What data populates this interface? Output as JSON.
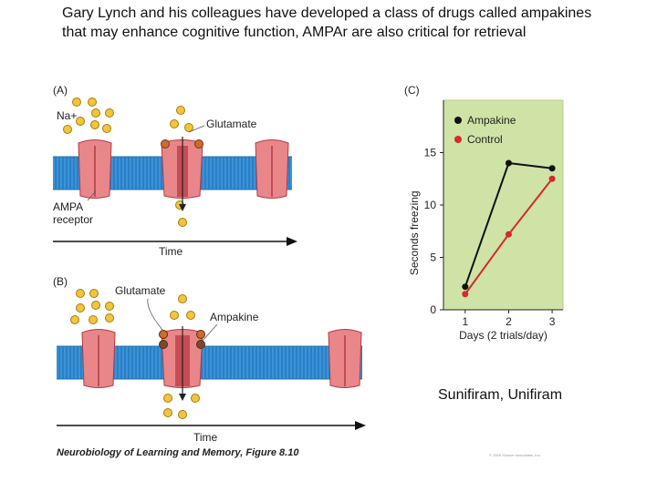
{
  "title": "Gary Lynch and his colleagues have developed a class of drugs called ampakines that may enhance cognitive function, AMPAr are also critical for retrieval",
  "panel_a": {
    "label": "(A)",
    "na_label": "Na+",
    "glutamate_label": "Glutamate",
    "receptor_label_1": "AMPA",
    "receptor_label_2": "receptor",
    "time_label": "Time"
  },
  "panel_b": {
    "label": "(B)",
    "glutamate_label": "Glutamate",
    "ampakine_label": "Ampakine",
    "time_label": "Time"
  },
  "panel_c": {
    "label": "(C)"
  },
  "chart_data": {
    "type": "line",
    "x": [
      1,
      2,
      3
    ],
    "xlabel": "Days (2 trials/day)",
    "ylabel": "Seconds freezing",
    "xticks": [
      "1",
      "2",
      "3"
    ],
    "yticks": [
      "0",
      "5",
      "10",
      "15"
    ],
    "ylim": [
      0,
      20
    ],
    "grid": false,
    "legend_position": "top-left",
    "background": "#cfe3a6",
    "series": [
      {
        "name": "Ampakine",
        "color": "#111111",
        "values": [
          2.2,
          14.0,
          13.5
        ]
      },
      {
        "name": "Control",
        "color": "#d42a2a",
        "values": [
          1.5,
          7.2,
          12.5
        ]
      }
    ]
  },
  "caption": "Sunifiram, Unifiram",
  "figure_reference": "Neurobiology of Learning and Memory, Figure 8.10",
  "copyright": "© 2008 Sinauer Associates, Inc.",
  "colors": {
    "membrane": "#3b92d6",
    "membrane_dark": "#1f6fb2",
    "receptor": "#e9868a",
    "receptor_dark": "#b23a44",
    "glutamate": "#f2c53a",
    "ampakine": "#cf6a2e"
  }
}
